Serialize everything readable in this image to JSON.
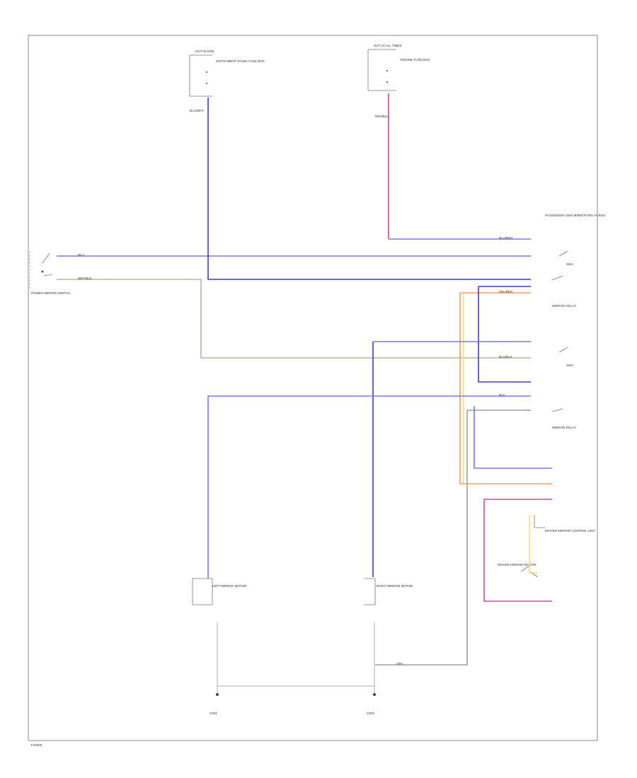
{
  "diagram": {
    "ref_code": "F22949",
    "components": {
      "hot_top_left_header": "HOT IN RUN",
      "hot_top_left_desc": "INSTRUMENT PANEL FUSE BOX",
      "hot_top_right_header": "HOT AT ALL TIMES",
      "hot_top_right_desc": "ENGINE FUSE BOX",
      "mirror_switch": "POWER MIRROR SWITCH",
      "pass_side_relay_box": "PASSENGER SIDE MIRROR RELAY BOX",
      "pass_relay_label": "MIRROR RELAY",
      "pass_relay2_label": "MIRROR RELAY",
      "driver_control_unit": "DRIVER MIRROR CONTROL UNIT",
      "driver_mirror_motor": "DRIVER MIRROR MOTOR",
      "left_ground": "G201",
      "right_ground": "G202",
      "left_bottom_device": "LEFT MIRROR MOTOR",
      "right_bottom_device": "RIGHT MIRROR MOTOR",
      "switch_label_a": "SW1",
      "switch_label_b": "SW2"
    },
    "wires": {
      "w1": "BLU/WHT",
      "w2": "BLU",
      "w3": "BLU/RED",
      "w4": "YEL/RED",
      "w5": "BLU/BLK",
      "w6": "WHT/BLK",
      "w7": "BLK",
      "w8": "RED/BLU",
      "w9": "GRY"
    },
    "colors": {
      "blue": "#7a7af0",
      "navy": "#3b3bd0",
      "magenta": "#c84bb0",
      "orange": "#f0a060",
      "yellow": "#f2e27a",
      "gray": "#a0a0a0",
      "olive": "#b8b890"
    }
  }
}
